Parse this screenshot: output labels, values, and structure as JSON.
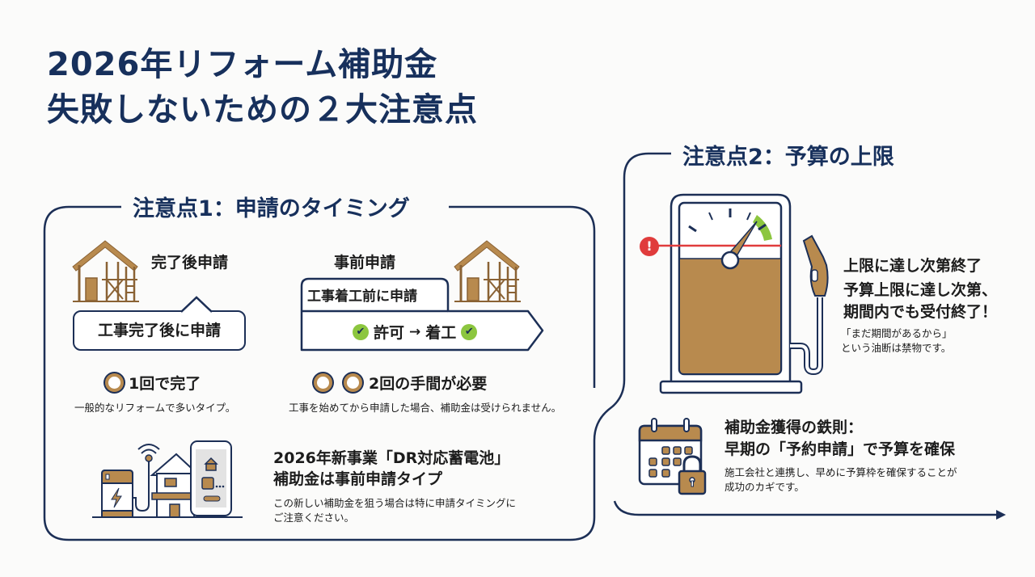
{
  "header": {
    "title_line1": "2026年リフォーム補助金",
    "title_line2": "失敗しないための２大注意点"
  },
  "section1": {
    "title": "注意点1：申請のタイミング",
    "after": {
      "heading": "完了後申請",
      "bubble": "工事完了後に申請",
      "steps_label": "1回で完了",
      "note": "一般的なリフォームで多いタイプ。"
    },
    "before": {
      "heading": "事前申請",
      "tab": "工事着工前に申請",
      "flow_left": "許可",
      "flow_arrow": "→",
      "flow_right": "着工",
      "steps_label": "2回の手間が必要",
      "note": "工事を始めてから申請した場合、補助金は受けられません。"
    },
    "dr": {
      "heading_line1": "2026年新事業「DR対応蓄電池」",
      "heading_line2": "補助金は事前申請タイプ",
      "note_line1": "この新しい補助金を狙う場合は特に申請タイミングに",
      "note_line2": "ご注意ください。"
    }
  },
  "section2": {
    "title": "注意点2：予算の上限",
    "gauge": {
      "warning_symbol": "!"
    },
    "limit": {
      "heading": "上限に達し次第終了",
      "emph_line1": "予算上限に達し次第、",
      "emph_line2": "期間内でも受付終了！",
      "note_line1": "「まだ期間があるから」",
      "note_line2": "という油断は禁物です。"
    },
    "rule": {
      "heading_line1": "補助金獲得の鉄則：",
      "heading_line2": "早期の「予約申請」で予算を確保",
      "note_line1": "施工会社と連携し、早めに予算枠を確保することが",
      "note_line2": "成功のカギです。"
    }
  },
  "colors": {
    "navy": "#17305c",
    "brown": "#b88a4e",
    "green": "#8cc63f",
    "red": "#e03c3c"
  }
}
